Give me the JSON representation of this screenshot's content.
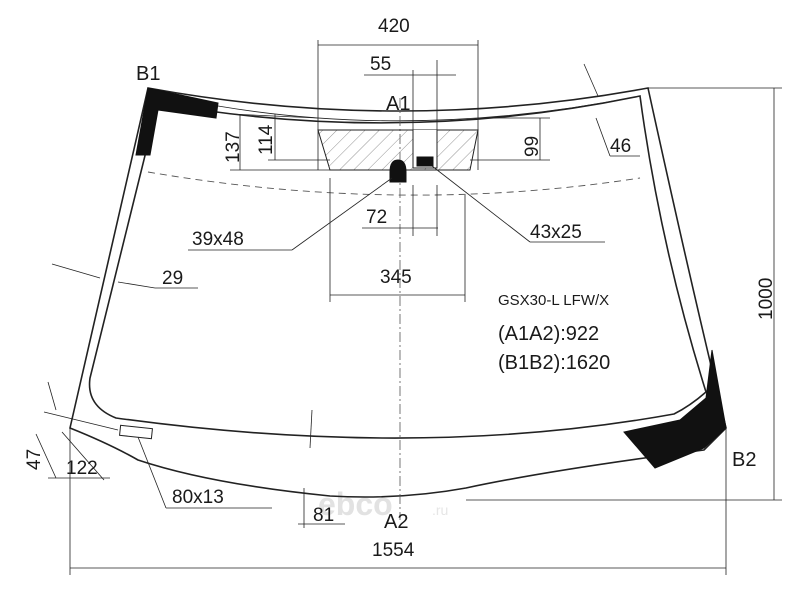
{
  "drawing": {
    "model": "GSX30-L LFW/X",
    "spec_a": "(A1A2):922",
    "spec_b": "(B1B2):1620",
    "points": {
      "a1": "A1",
      "a2": "A2",
      "b1": "B1",
      "b2": "B2"
    },
    "dimensions": {
      "top_width": "420",
      "top_notch": "55",
      "height_137": "137",
      "height_114": "114",
      "height_99": "99",
      "edge_46": "46",
      "sensor_39x48": "39x48",
      "gap_72": "72",
      "sensor_43x25": "43x25",
      "span_345": "345",
      "edge_29": "29",
      "total_height": "1000",
      "side_47": "47",
      "side_122": "122",
      "label_80x13": "80x13",
      "bottom_81": "81",
      "total_width": "1554"
    }
  },
  "watermark": {
    "brand": "ebco",
    "suffix": ".ru"
  },
  "colors": {
    "line": "#222222",
    "fill_black": "#111111",
    "hatch": "#888888"
  }
}
